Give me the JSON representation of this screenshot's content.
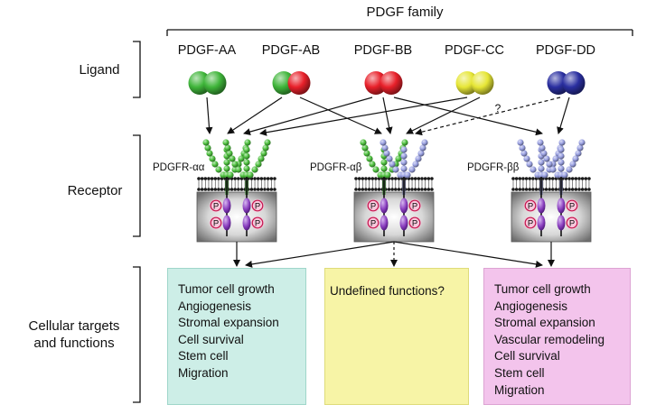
{
  "family_label": "PDGF family",
  "row_labels": {
    "ligand": "Ligand",
    "receptor": "Receptor",
    "targets_line1": "Cellular targets",
    "targets_line2": "and functions"
  },
  "ligands": [
    {
      "id": "aa",
      "name": "PDGF-AA",
      "colors": [
        "#3fb53a",
        "#3fb53a"
      ]
    },
    {
      "id": "ab",
      "name": "PDGF-AB",
      "colors": [
        "#3fb53a",
        "#e8202a"
      ]
    },
    {
      "id": "bb",
      "name": "PDGF-BB",
      "colors": [
        "#e8202a",
        "#e8202a"
      ]
    },
    {
      "id": "cc",
      "name": "PDGF-CC",
      "colors": [
        "#e6e636",
        "#e6e636"
      ]
    },
    {
      "id": "dd",
      "name": "PDGF-DD",
      "colors": [
        "#2a2fa0",
        "#2a2fa0"
      ]
    }
  ],
  "receptors": [
    {
      "id": "aa",
      "name": "PDGFR-αα",
      "chains": [
        "alpha",
        "alpha"
      ]
    },
    {
      "id": "ab",
      "name": "PDGFR-αβ",
      "chains": [
        "alpha",
        "beta"
      ]
    },
    {
      "id": "bb",
      "name": "PDGFR-ββ",
      "chains": [
        "beta",
        "beta"
      ]
    }
  ],
  "binding": [
    {
      "from": "aa",
      "to": "aa",
      "style": "solid"
    },
    {
      "from": "ab",
      "to": "aa",
      "style": "solid"
    },
    {
      "from": "ab",
      "to": "ab",
      "style": "solid"
    },
    {
      "from": "bb",
      "to": "aa",
      "style": "solid"
    },
    {
      "from": "bb",
      "to": "ab",
      "style": "solid"
    },
    {
      "from": "bb",
      "to": "bb",
      "style": "solid"
    },
    {
      "from": "cc",
      "to": "aa",
      "style": "solid"
    },
    {
      "from": "cc",
      "to": "ab",
      "style": "solid"
    },
    {
      "from": "dd",
      "to": "ab",
      "style": "dashed"
    },
    {
      "from": "dd",
      "to": "bb",
      "style": "solid"
    }
  ],
  "uncertain_binding_mark": "?",
  "phospho_label": "P",
  "functions": {
    "left": [
      "Tumor cell growth",
      "Angiogenesis",
      "Stromal expansion",
      "Cell survival",
      "Stem cell",
      "Migration"
    ],
    "middle": "Undefined functions?",
    "right": [
      "Tumor cell growth",
      "Angiogenesis",
      "Stromal expansion",
      "Vascular remodeling",
      "Cell survival",
      "Stem cell",
      "Migration"
    ]
  },
  "colors": {
    "alpha_chain": "#4fc13f",
    "beta_chain": "#9aa1e2",
    "left_box": "#cdeee7",
    "middle_box": "#f7f4a6",
    "right_box": "#f3c4ec"
  }
}
